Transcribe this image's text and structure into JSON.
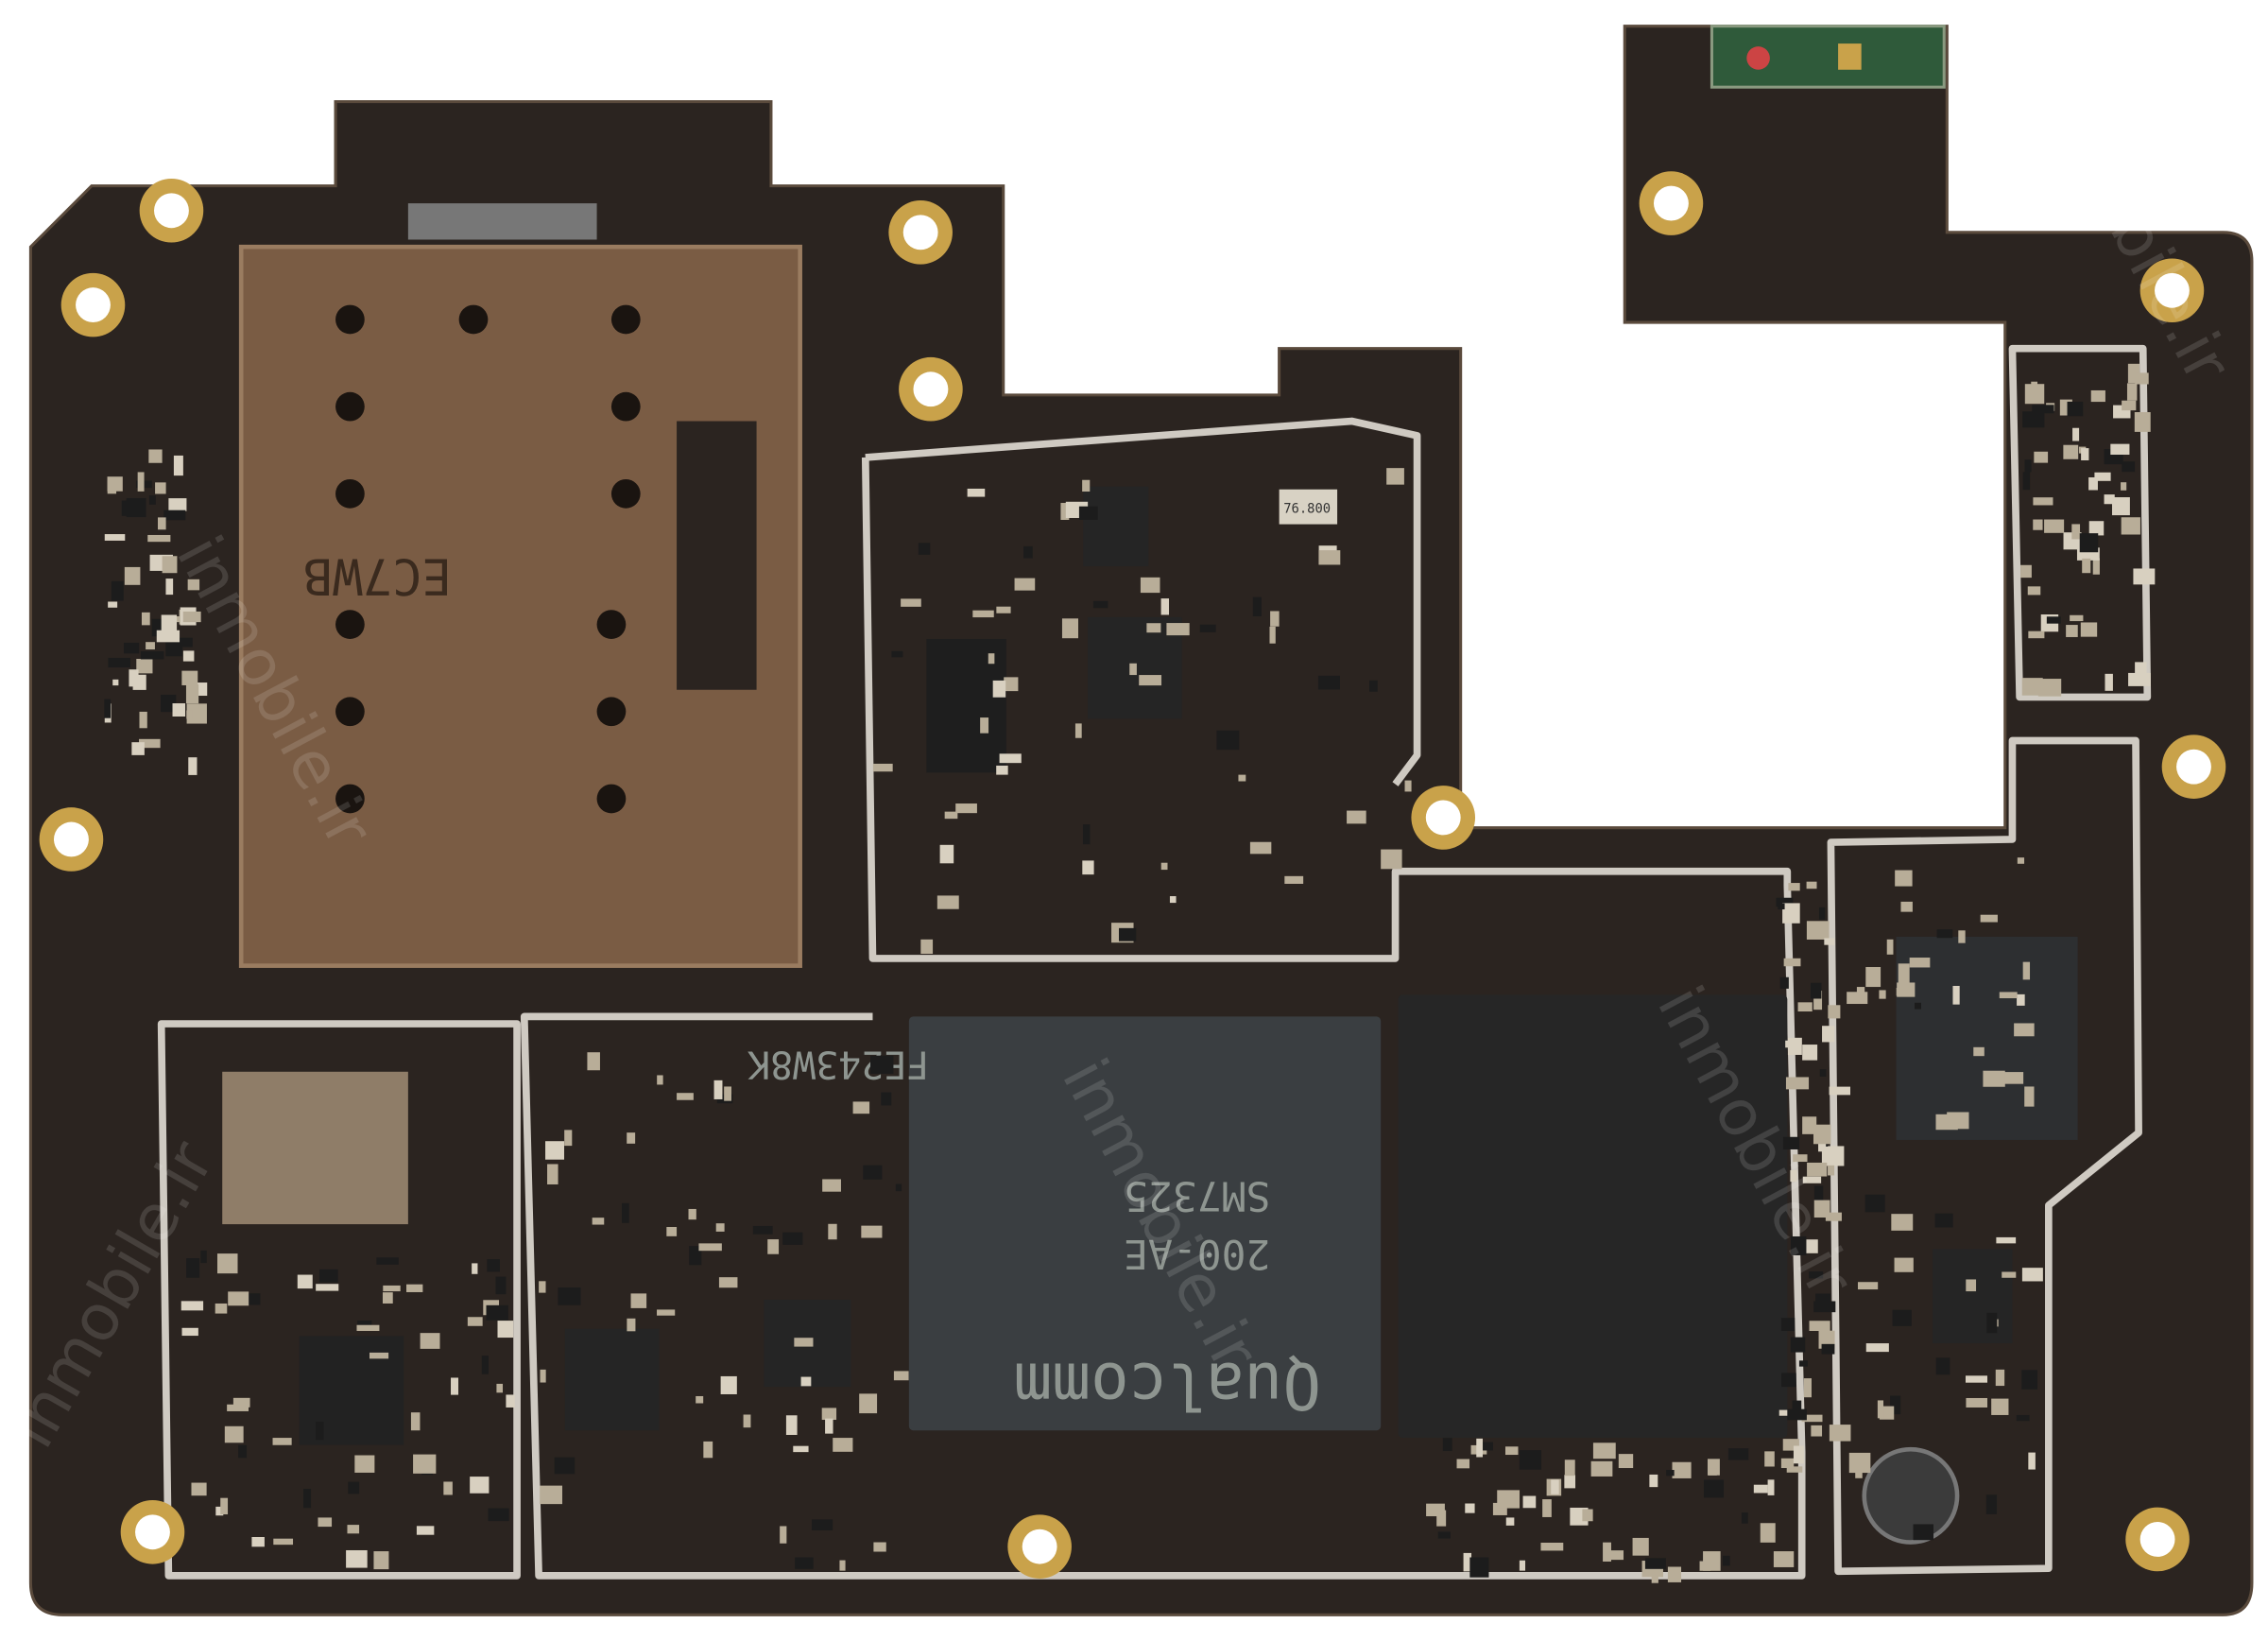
{
  "board": {
    "colors": {
      "pcb": "#2b2420",
      "shield": "#c9c6c0",
      "gold": "#c9a24a",
      "soc": "#3a3e41",
      "memory": "#262626",
      "sim_tray": "#7a5c44"
    }
  },
  "sim_tray": {
    "marking": "EC7WB"
  },
  "soc": {
    "lot": "FE243W8K",
    "brand": "Qualcomm",
    "part": "SM7325",
    "revision": "200-AE"
  },
  "crystal": {
    "marking": "76.800"
  },
  "watermark": "inmobile.ir"
}
